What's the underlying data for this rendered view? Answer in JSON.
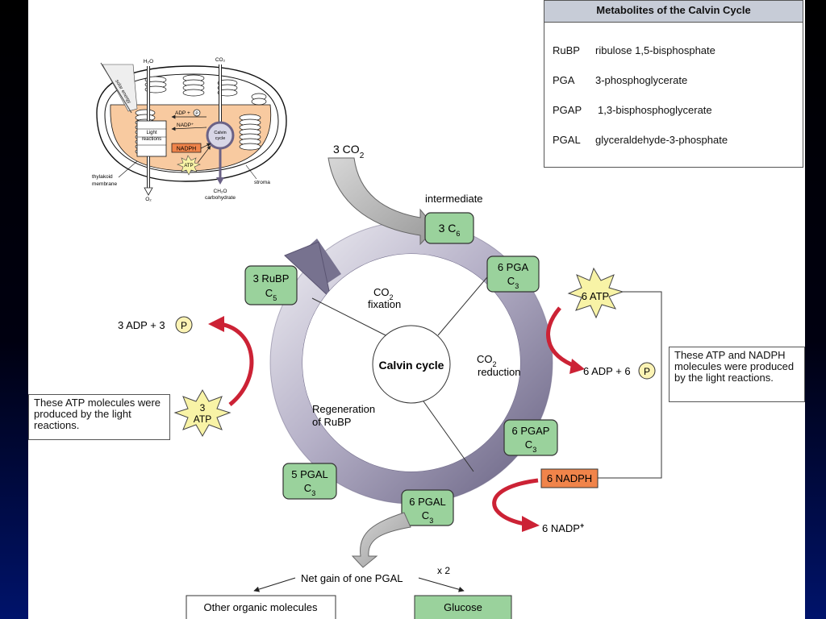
{
  "table": {
    "title": "Metabolites of the Calvin Cycle",
    "rows": [
      {
        "abbr": "RuBP",
        "name": "ribulose 1,5-bisphosphate"
      },
      {
        "abbr": "PGA",
        "name": "3-phosphoglycerate"
      },
      {
        "abbr": "PGAP",
        "name": "1,3-bisphosphoglycerate"
      },
      {
        "abbr": "PGAL",
        "name": "glyceraldehyde-3-phosphate"
      }
    ]
  },
  "chloroplast": {
    "h2o": "H₂O",
    "co2": "CO₂",
    "adp": "ADP +",
    "p": "P",
    "nadp": "NADP⁺",
    "light_line1": "Light",
    "light_line2": "reactions",
    "nadph": "NADPH",
    "atp": "ATP",
    "calvin_line1": "Calvin",
    "calvin_line2": "cycle",
    "thylakoid_line1": "thylakoid",
    "thylakoid_line2": "membrane",
    "o2": "O₂",
    "ch2o_line1": "CH₂O",
    "ch2o_line2": "carbohydrate",
    "stroma": "stroma",
    "solar": "solar energy"
  },
  "cycle": {
    "co2_input_num": "3 CO",
    "co2_input_sub": "2",
    "intermediate": "intermediate",
    "c6_main": "3 C",
    "c6_sub": "6",
    "pga_line1": "6 PGA",
    "pga_line2_main": "C",
    "pga_line2_sub": "3",
    "pgap_line1": "6 PGAP",
    "pgap_line2_main": "C",
    "pgap_line2_sub": "3",
    "pgal6_line1": "6 PGAL",
    "pgal6_line2_main": "C",
    "pgal6_line2_sub": "3",
    "pgal5_line1": "5 PGAL",
    "pgal5_line2_main": "C",
    "pgal5_line2_sub": "3",
    "rubp_line1": "3 RuBP",
    "rubp_line2_main": "C",
    "rubp_line2_sub": "5",
    "center": "Calvin cycle",
    "fixation_main": "CO",
    "fixation_sub": "2",
    "fixation_line2": "fixation",
    "reduction_main": "CO",
    "reduction_sub": "2",
    "reduction_line2": "reduction",
    "regen_line1": "Regeneration",
    "regen_line2": "of RuBP",
    "atp6": "6 ATP",
    "adp6": "6 ADP + 6",
    "p": "P",
    "atp3_line1": "3",
    "atp3_line2": "ATP",
    "adp3": "3 ADP + 3",
    "nadph6": "6 NADPH",
    "nadp6": "6 NADP",
    "nadp6_sup": "+",
    "net_gain": "Net gain of one PGAL",
    "x2": "x 2",
    "other": "Other organic molecules",
    "glucose": "Glucose"
  },
  "notes": {
    "right_note": "These ATP and NADPH molecules were produced by the light reactions.",
    "left_note": "These ATP molecules were produced by the light reactions."
  },
  "colors": {
    "box_green": "#9ad29c",
    "nadph_orange": "#f0844a",
    "ring_purple": "#7b7593",
    "ring_light": "#e0dfe9",
    "red_arrow": "#cc2235",
    "starburst": "#f8f3a6",
    "stroma": "#f8caa0"
  }
}
